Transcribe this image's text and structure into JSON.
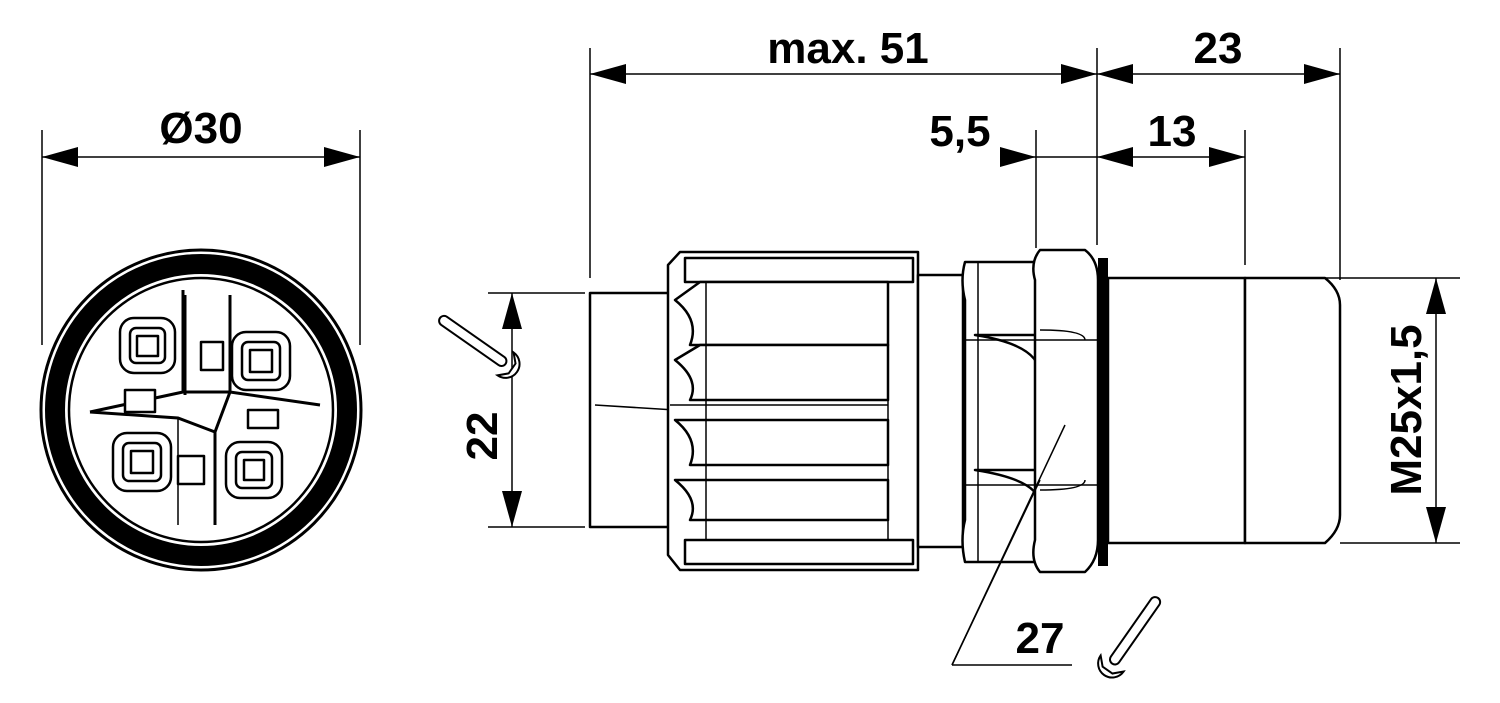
{
  "dimensions": {
    "diameter": "Ø30",
    "overall_length": "max. 51",
    "thread_length": "23",
    "nut_offset": "5,5",
    "thread_start": "13",
    "cable_range": "22",
    "thread_size": "M25x1,5",
    "wrench_size": "27"
  },
  "icons": {
    "left_wrench": "wrench-icon",
    "right_wrench": "wrench-icon"
  }
}
